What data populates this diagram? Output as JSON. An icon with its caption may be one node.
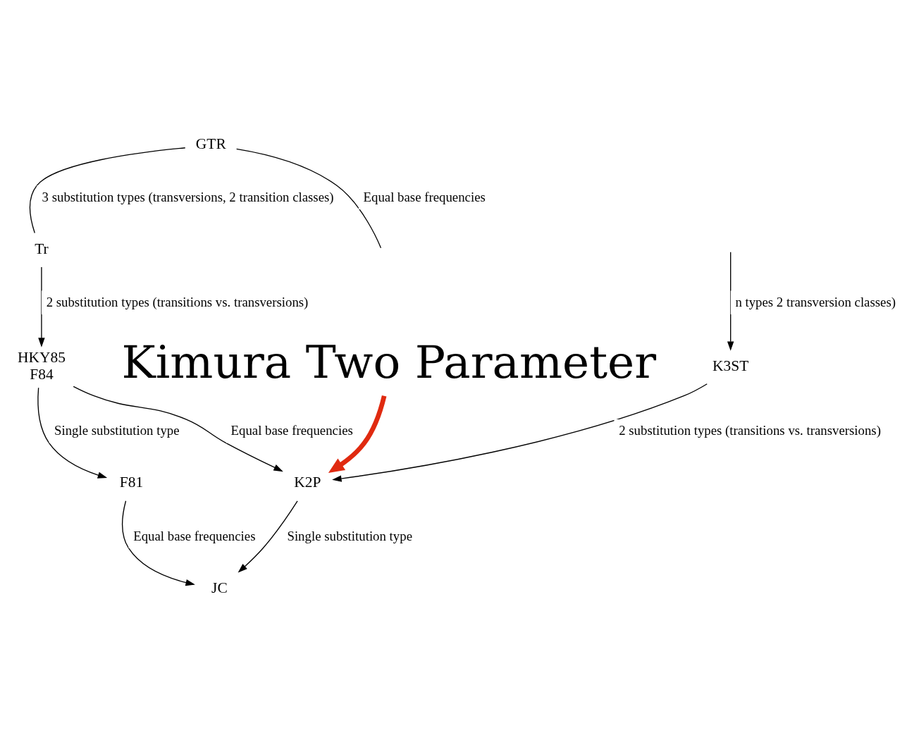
{
  "diagram": {
    "nodes": [
      {
        "text": [
          "GTR"
        ]
      },
      {
        "text": [
          "Tr"
        ]
      },
      {
        "text": [
          "Kimura Two Parameter"
        ]
      },
      {
        "text": [
          "HKY85",
          "F84"
        ]
      },
      {
        "text": [
          "K3ST"
        ]
      },
      {
        "text": [
          "F81"
        ]
      },
      {
        "text": [
          "K2P"
        ]
      },
      {
        "text": [
          "JC"
        ]
      }
    ],
    "edges": [
      {
        "from": 0,
        "to": 1,
        "arrow": "none",
        "label": "3 substitution types (transversions, 2 transition classes)"
      },
      {
        "from": 0,
        "to": null,
        "arrow": "none",
        "label": "Equal base frequencies"
      },
      {
        "from": 1,
        "to": 3,
        "arrow": "to",
        "label": "2 substitution types (transitions vs. transversions)"
      },
      {
        "from": null,
        "to": 4,
        "arrow": "to",
        "label": "n types 2 transversion classes)"
      },
      {
        "from": 3,
        "to": 5,
        "arrow": "to",
        "label": "Single substitution type"
      },
      {
        "from": 3,
        "to": 6,
        "arrow": "to",
        "label": "Equal base frequencies"
      },
      {
        "from": 4,
        "to": 6,
        "arrow": "to",
        "label": "2 substitution types (transitions vs. transversions)"
      },
      {
        "from": 5,
        "to": 7,
        "arrow": "to",
        "label": "Equal base frequencies"
      },
      {
        "from": 6,
        "to": 7,
        "arrow": "to",
        "label": "Single substitution type"
      },
      {
        "from": 2,
        "to": 6,
        "arrow": "to",
        "style": "thick",
        "color": "#e02a10"
      }
    ]
  }
}
